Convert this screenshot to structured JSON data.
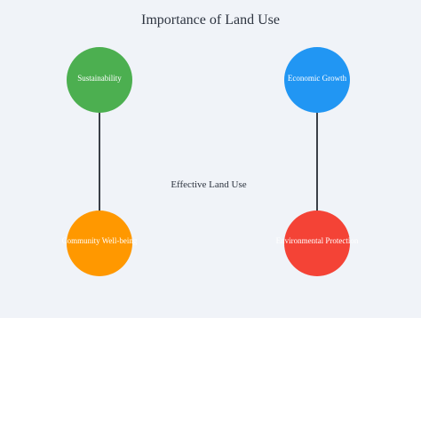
{
  "diagram": {
    "title": "Importance of Land Use",
    "center_label": "Effective Land Use",
    "nodes": [
      {
        "label": "Sustainability",
        "color": "#4caf50"
      },
      {
        "label": "Economic Growth",
        "color": "#2196f3"
      },
      {
        "label": "Community Well-being",
        "color": "#ff9800"
      },
      {
        "label": "Environmental Protection",
        "color": "#f44336"
      }
    ],
    "connections": [
      {
        "from": "Sustainability",
        "to": "Community Well-being"
      },
      {
        "from": "Economic Growth",
        "to": "Environmental Protection"
      }
    ]
  }
}
